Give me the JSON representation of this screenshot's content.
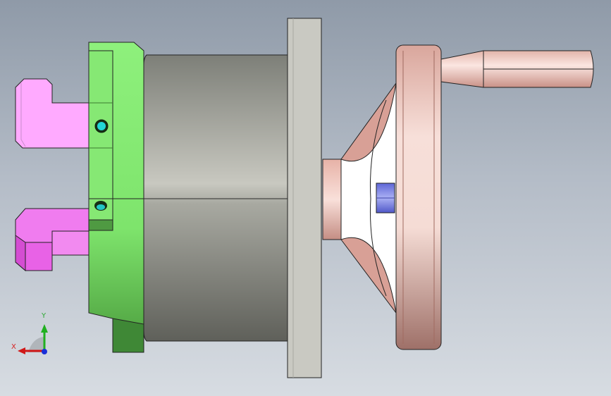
{
  "viewport": {
    "title": "",
    "view_orientation": "front"
  },
  "triad": {
    "x_label": "X",
    "y_label": "Y",
    "colors": {
      "x": "#d01818",
      "y": "#20b020",
      "z": "#1a2fd8"
    }
  },
  "parts": [
    {
      "name": "upper-clamp-jaw",
      "color": "#ffaaff"
    },
    {
      "name": "lower-clamp-jaw",
      "color": "#f078ee"
    },
    {
      "name": "mounting-flange",
      "color": "#78e66a"
    },
    {
      "name": "chuck-body",
      "color": "#9c9d96"
    },
    {
      "name": "rear-plate",
      "color": "#c9c9c2"
    },
    {
      "name": "hand-wheel-hub",
      "color": "#f1c4bb"
    },
    {
      "name": "hand-wheel-rim",
      "color": "#e8bab2"
    },
    {
      "name": "handle-grip",
      "color": "#f4d0c9"
    },
    {
      "name": "center-pin",
      "color": "#7e84e0"
    }
  ]
}
